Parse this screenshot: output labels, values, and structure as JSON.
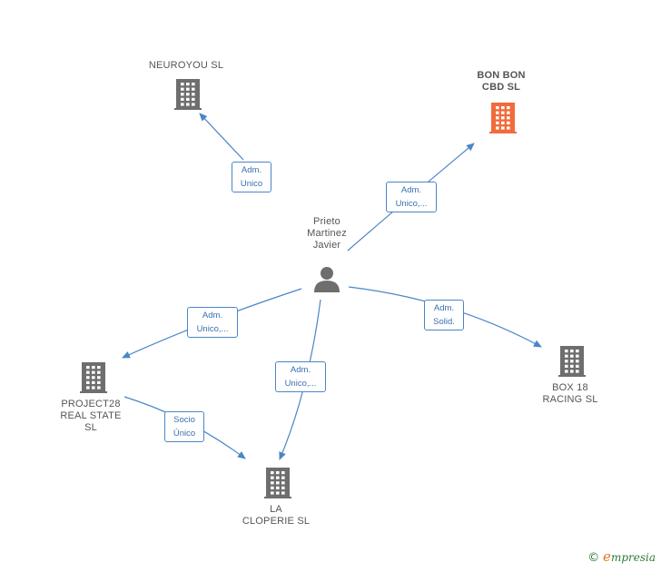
{
  "colors": {
    "edge": "#4a86c8",
    "building": "#6e6e6e",
    "building_highlight": "#f26b3a",
    "person": "#6e6e6e"
  },
  "center": {
    "label": "Prieto\nMartinez\nJavier",
    "icon": "person-icon"
  },
  "nodes": [
    {
      "id": "neuroyou",
      "label": "NEUROYOU  SL",
      "icon": "building-icon",
      "highlight": false
    },
    {
      "id": "bonbon",
      "label": "BON BON\nCBD  SL",
      "icon": "building-icon",
      "highlight": true
    },
    {
      "id": "project28",
      "label": "PROJECT28\nREAL STATE\nSL",
      "icon": "building-icon",
      "highlight": false
    },
    {
      "id": "box18",
      "label": "BOX 18\nRACING  SL",
      "icon": "building-icon",
      "highlight": false
    },
    {
      "id": "lacloperie",
      "label": "LA\nCLOPERIE  SL",
      "icon": "building-icon",
      "highlight": false
    }
  ],
  "edges": [
    {
      "from": "center",
      "to": "neuroyou",
      "label": "Adm.\nUnico"
    },
    {
      "from": "center",
      "to": "bonbon",
      "label": "Adm.\nUnico,..."
    },
    {
      "from": "center",
      "to": "project28",
      "label": "Adm.\nUnico,..."
    },
    {
      "from": "center",
      "to": "box18",
      "label": "Adm.\nSolid."
    },
    {
      "from": "center",
      "to": "lacloperie",
      "label": "Adm.\nUnico,..."
    },
    {
      "from": "project28",
      "to": "lacloperie",
      "label": "Socio\nÚnico"
    }
  ],
  "watermark": {
    "symbol": "©",
    "brand_initial": "e",
    "brand_rest": "mpresia"
  }
}
